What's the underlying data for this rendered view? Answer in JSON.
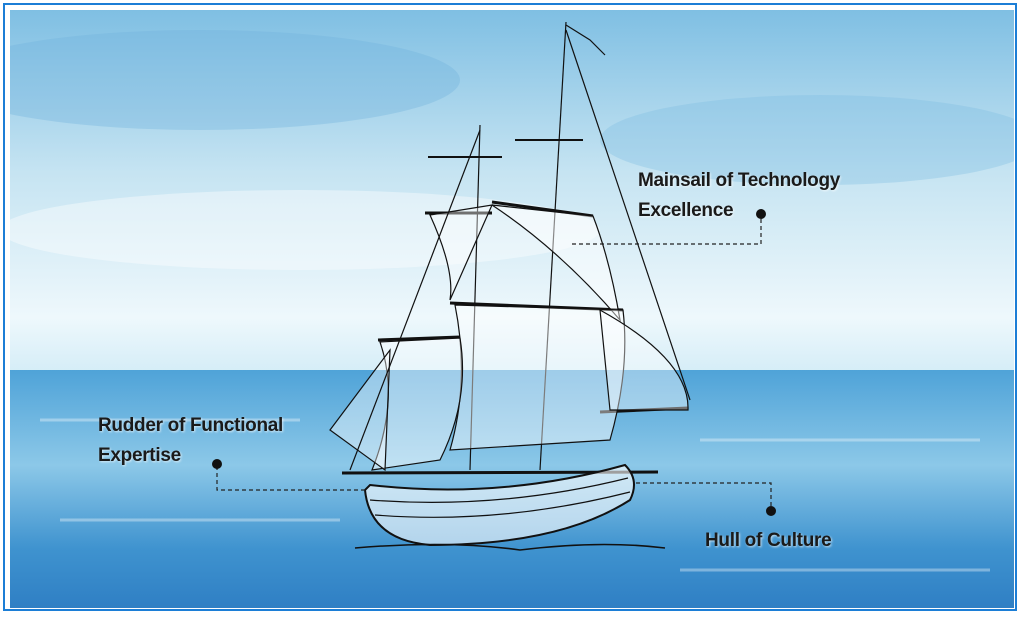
{
  "labels": {
    "mainsail": {
      "line1": "Mainsail of Technology",
      "line2": "Excellence"
    },
    "rudder": {
      "line1": "Rudder of Functional",
      "line2": "Expertise"
    },
    "hull": {
      "line1": "Hull of Culture"
    }
  },
  "colors": {
    "border": "#1c7ed6",
    "sky_top": "#8fc7e6",
    "sea": "#4a9fd6",
    "text": "#1a1a1a"
  }
}
